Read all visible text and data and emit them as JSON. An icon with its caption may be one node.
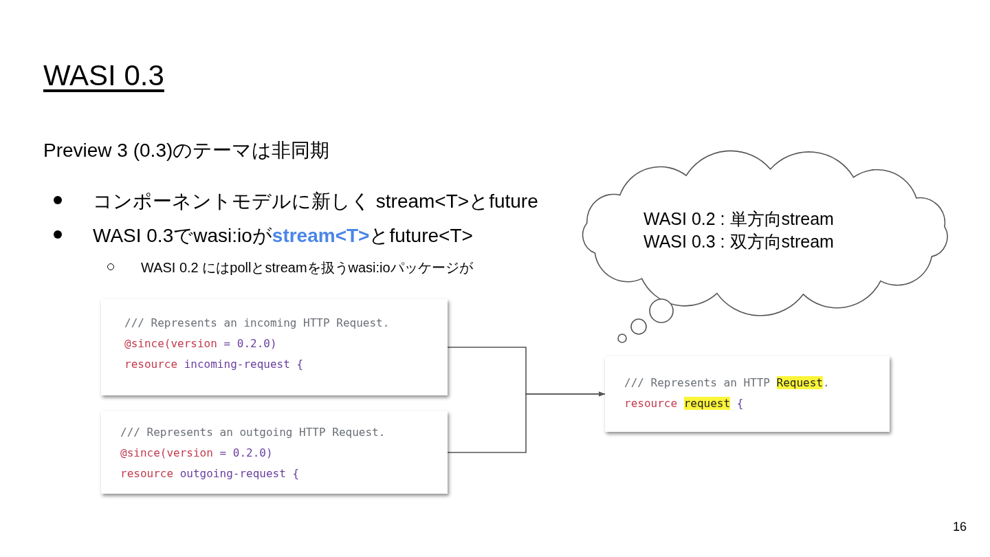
{
  "diagram": {
    "title": "WASI 0.3",
    "nodes": [
      {
        "text": [
          "/// Represents an incoming HTTP Request.",
          "@since(version = 0.2.0)",
          "resource incoming-request {"
        ]
      },
      {
        "text": [
          "/// Represents an outgoing HTTP Request.",
          "@since(version = 0.2.0)",
          "resource outgoing-request {"
        ]
      },
      {
        "text": [
          "/// Represents an HTTP **Request**.",
          "resource **request** {"
        ]
      },
      {
        "text": [
          "WASI 0.2 : 単方向stream",
          "WASI 0.3 : 双方向stream"
        ]
      }
    ],
    "edges": [
      {
        "from": 0,
        "to": 2,
        "arrow": "to"
      },
      {
        "from": 1,
        "to": 2,
        "arrow": "to"
      }
    ],
    "labels": [
      "Preview 3 (0.3)のテーマは非同期",
      "コンポーネントモデルに新しく stream<T>とfuture",
      "WASI 0.3でwasi:ioが**stream<T>**とfuture<T>",
      "WASI 0.2 にはpollとstreamを扱うwasi:ioパッケージが",
      "16"
    ]
  }
}
